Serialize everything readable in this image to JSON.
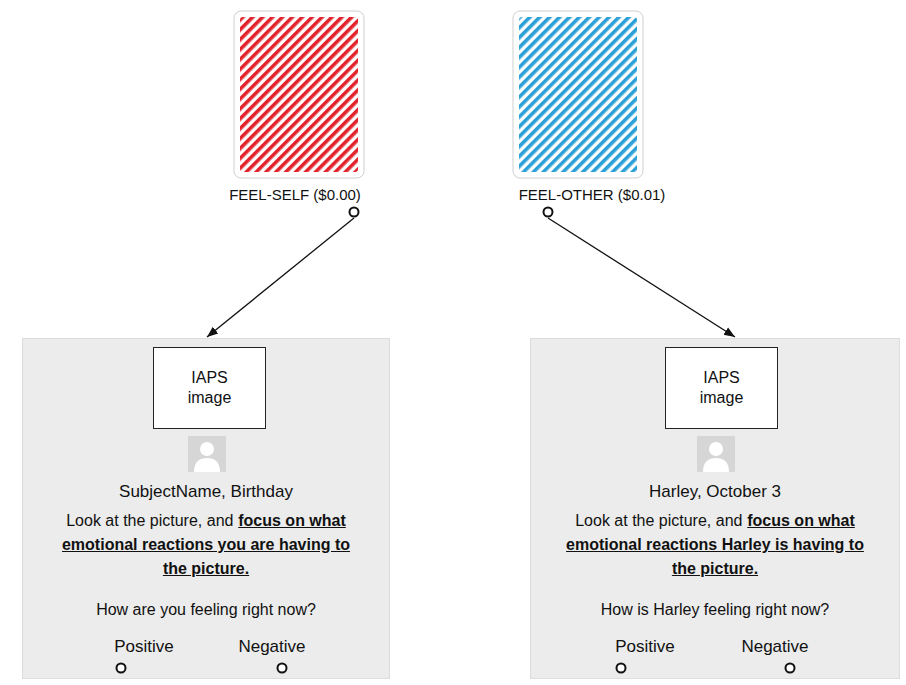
{
  "diagram": {
    "nodes": [
      {
        "text": [
          "FEEL-SELF ($0.00)"
        ]
      },
      {
        "text": [
          "FEEL-OTHER ($0.01)"
        ]
      },
      {
        "text": [
          "SubjectName, Birthday",
          "Look at the picture, and",
          "focus on what emotional reactions you are having to the picture.",
          "How are you feeling right now?",
          "Positive",
          "Negative"
        ]
      },
      {
        "text": [
          "IAPS image"
        ],
        "in": 2
      },
      {
        "text": [
          "Harley, October 3",
          "Look at the picture, and",
          "focus on what emotional reactions Harley is having to the picture.",
          "How is Harley feeling right now?",
          "Positive",
          "Negative"
        ]
      },
      {
        "text": [
          "IAPS image"
        ],
        "in": 4
      }
    ],
    "edges": [
      {
        "from": 0,
        "to": 2,
        "arrow": "to"
      },
      {
        "from": 1,
        "to": 4,
        "arrow": "to"
      }
    ]
  }
}
